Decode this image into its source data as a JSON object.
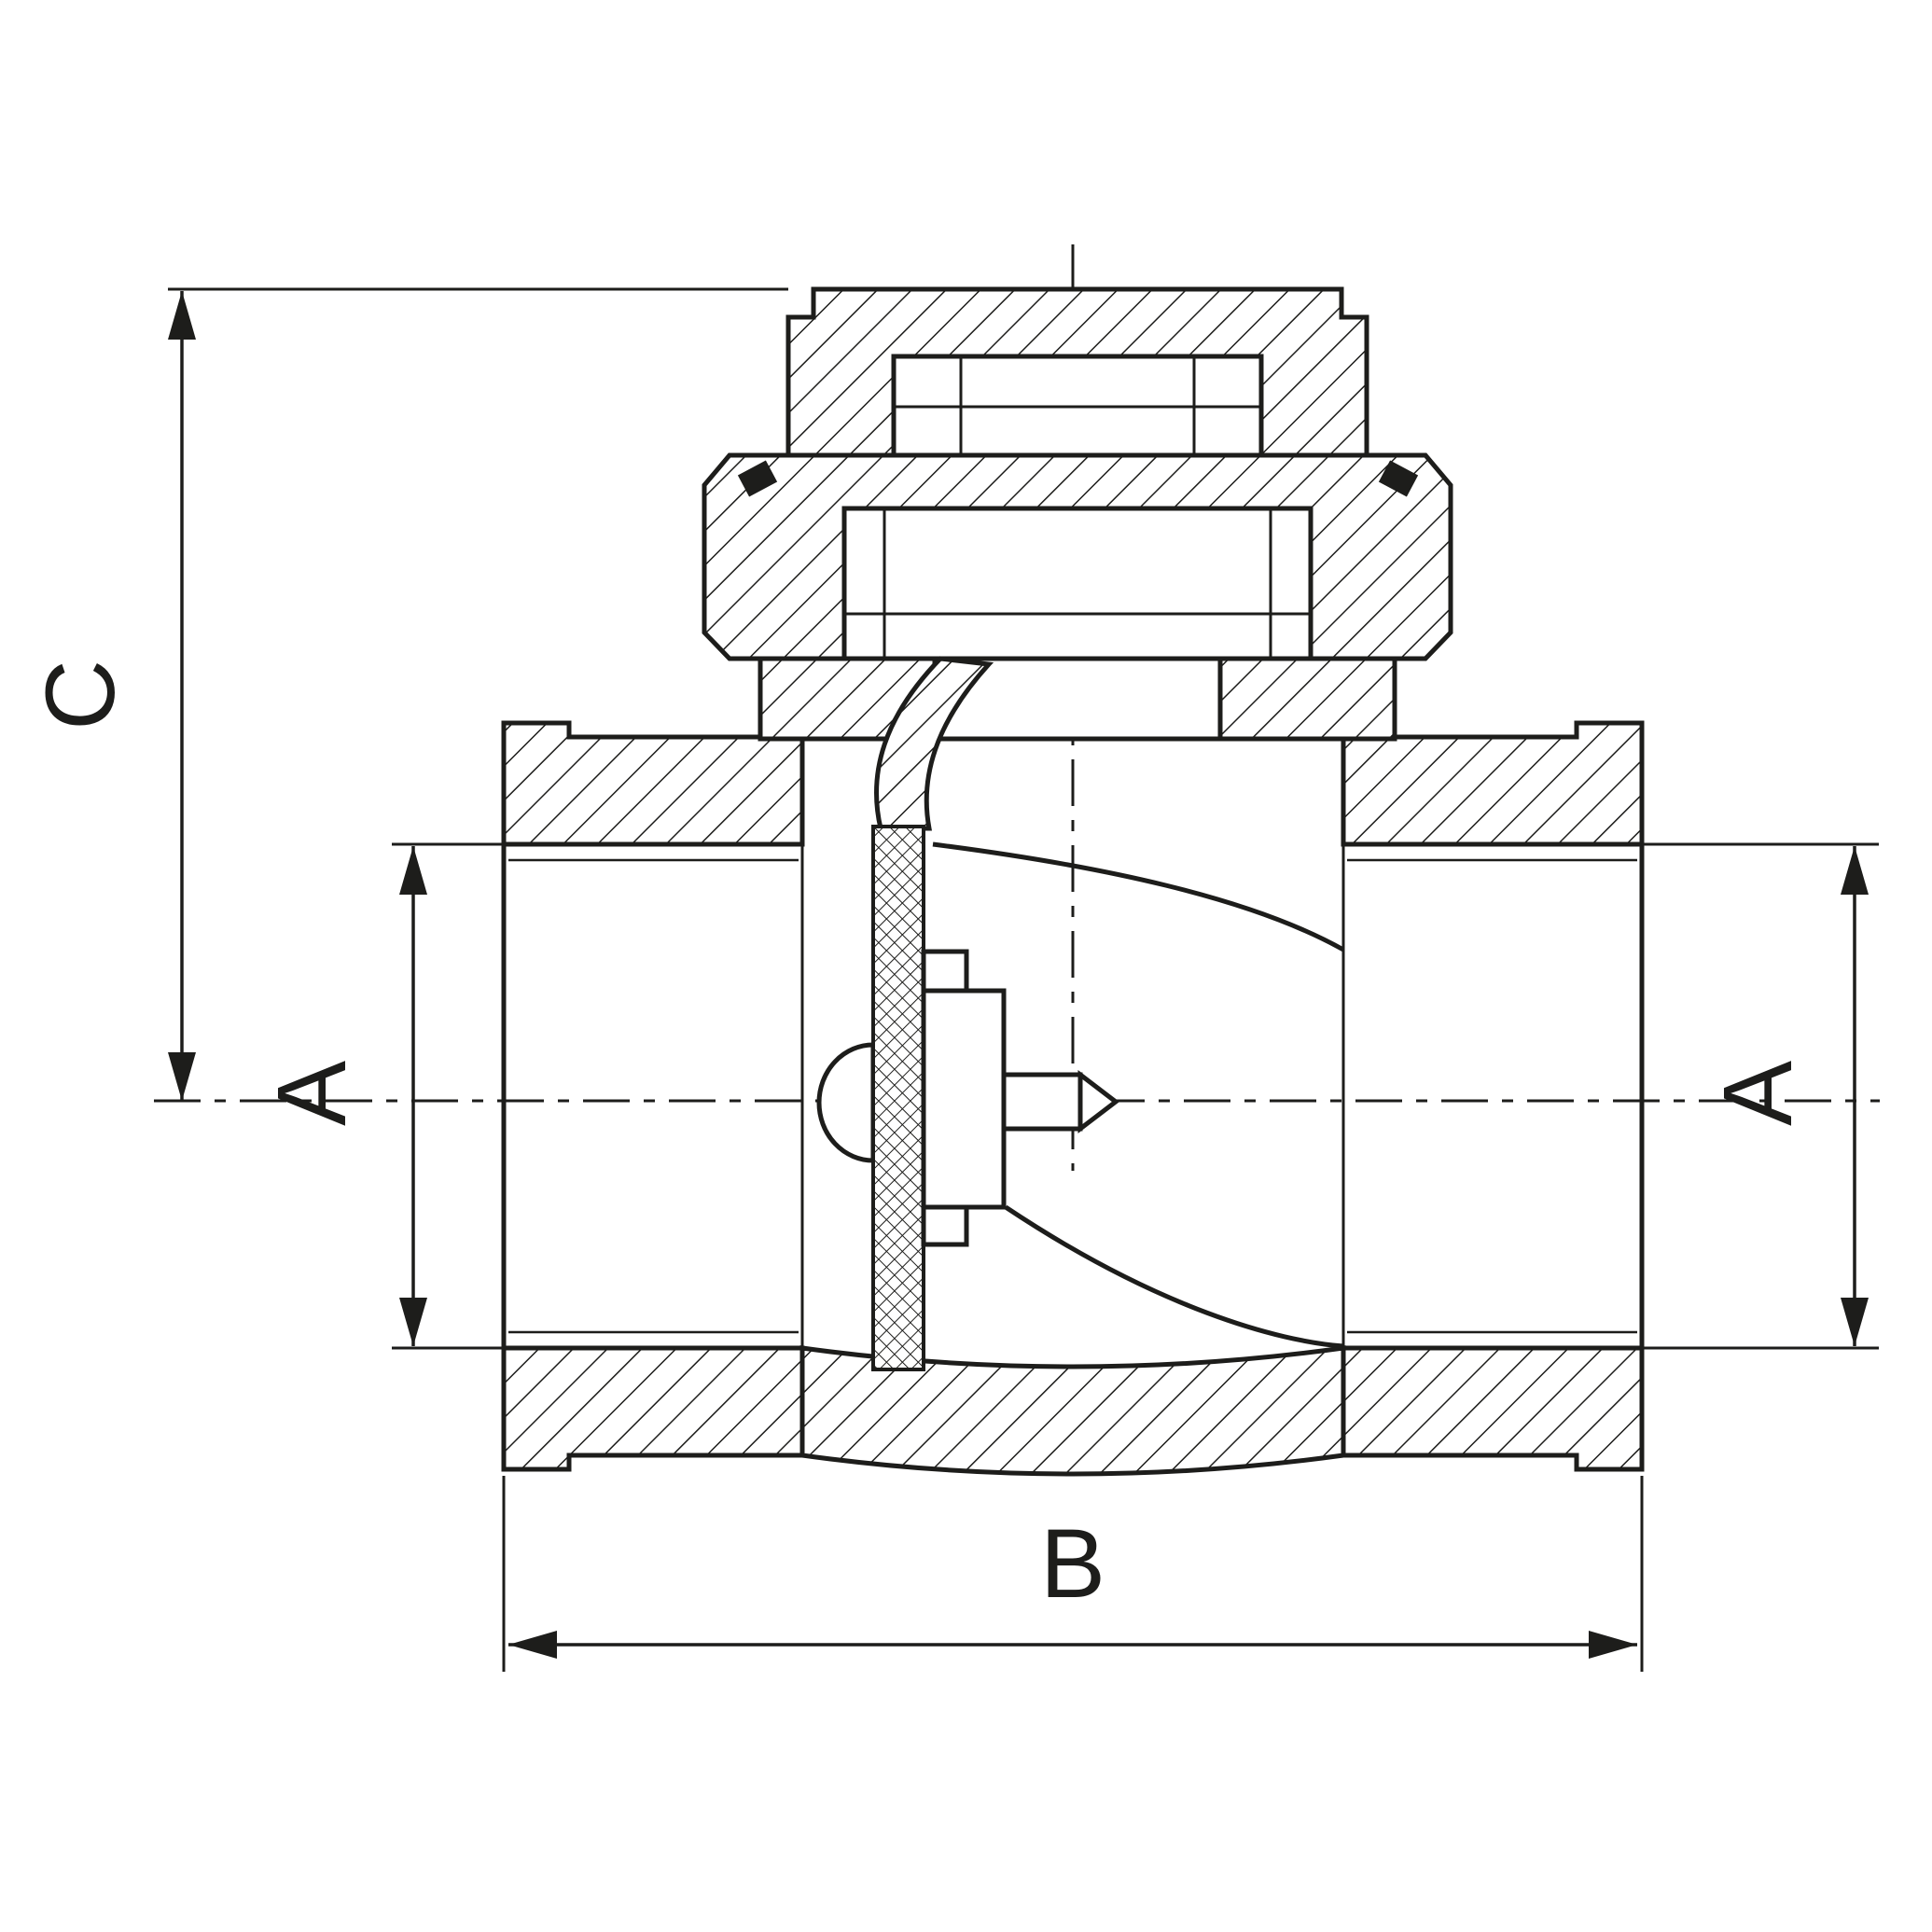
{
  "drawing": {
    "background_color": "#ffffff",
    "line_color": "#1d1d1b",
    "dimension_labels": {
      "c": "C",
      "a_left": "A",
      "a_right": "A",
      "b": "B"
    }
  }
}
